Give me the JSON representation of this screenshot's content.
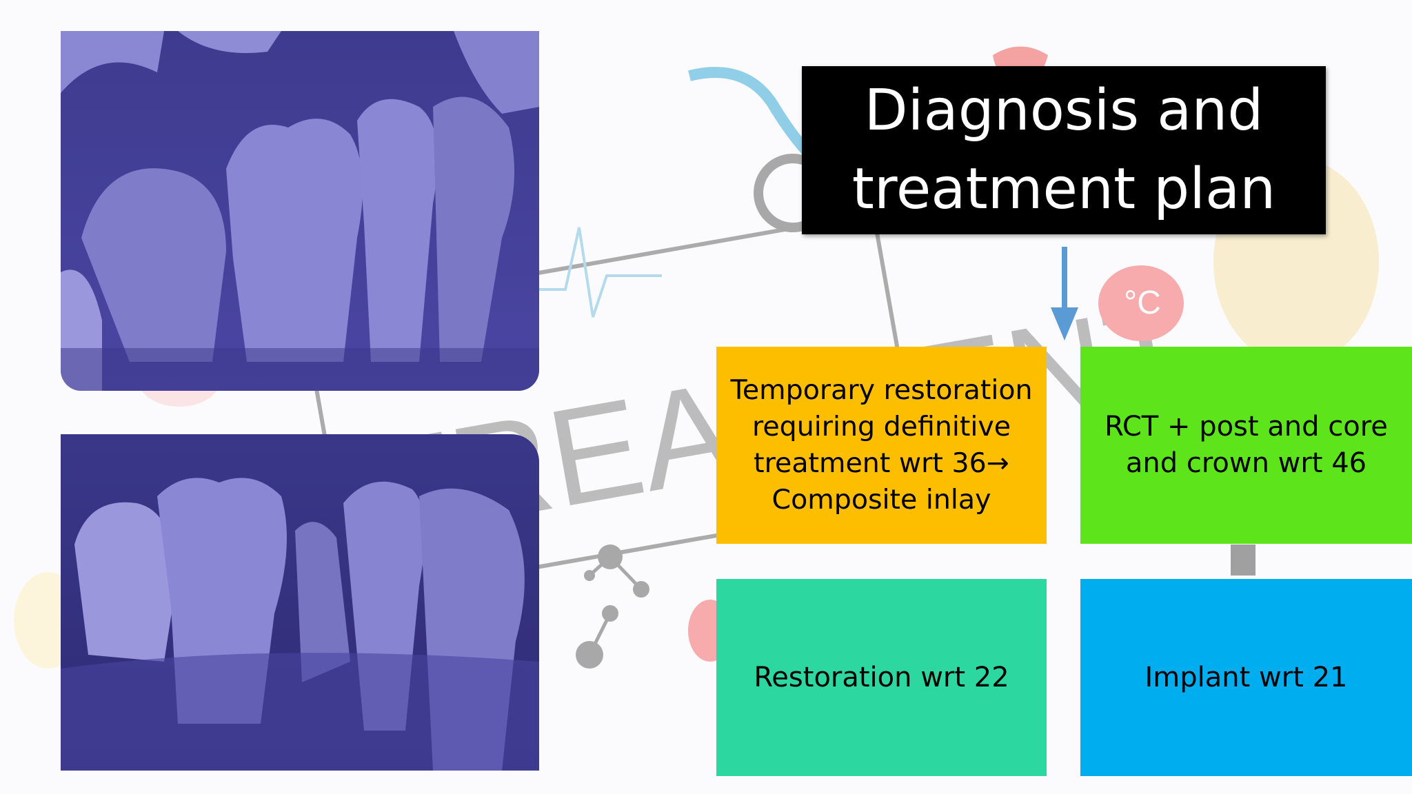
{
  "slide": {
    "title_line1": "Diagnosis and",
    "title_line2": "treatment plan",
    "background_word": "TREATMENT"
  },
  "boxes": [
    {
      "lines": [
        "Temporary restoration",
        "requiring definitive",
        "treatment wrt 36→",
        "Composite inlay"
      ],
      "color": "#fdbe00"
    },
    {
      "lines": [
        "RCT + post and core",
        "and crown wrt 46"
      ],
      "color": "#5de41a"
    },
    {
      "lines": [
        "Restoration wrt 22"
      ],
      "color": "#2dd8a0"
    },
    {
      "lines": [
        "Implant wrt 21"
      ],
      "color": "#00aef0"
    }
  ],
  "images": [
    {
      "name": "radiograph-top",
      "tint": "#5b57b0"
    },
    {
      "name": "radiograph-bottom",
      "tint": "#5b57b0"
    }
  ],
  "colors": {
    "arrow": "#5b9bd5",
    "title_bg": "#000000",
    "title_text": "#ffffff"
  }
}
